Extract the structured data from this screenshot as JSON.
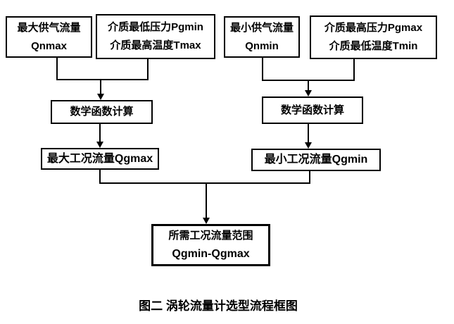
{
  "diagram": {
    "title": "涡轮流量计选型流程框图",
    "caption": "图二  涡轮流量计选型流程框图",
    "boxes": {
      "qnmax": {
        "line1": "最大供气流量",
        "line2": "Qnmax"
      },
      "pgmin_tmax": {
        "line1": "介质最低压力Pgmin",
        "line2": "介质最高温度Tmax"
      },
      "qnmin": {
        "line1": "最小供气流量",
        "line2": "Qnmin"
      },
      "pgmax_tmin": {
        "line1": "介质最高压力Pgmax",
        "line2": "介质最低温度Tmin"
      },
      "math_left": {
        "label": "数学函数计算"
      },
      "math_right": {
        "label": "数学函数计算"
      },
      "qgmax": {
        "label": "最大工况流量Qgmax"
      },
      "qgmin": {
        "label": "最小工况流量Qgmin"
      },
      "result": {
        "line1": "所需工况流量范围",
        "line2": "Qgmin-Qgmax"
      }
    },
    "colors": {
      "line": "#000000",
      "border": "#000000",
      "background": "#ffffff",
      "text": "#000000"
    }
  }
}
